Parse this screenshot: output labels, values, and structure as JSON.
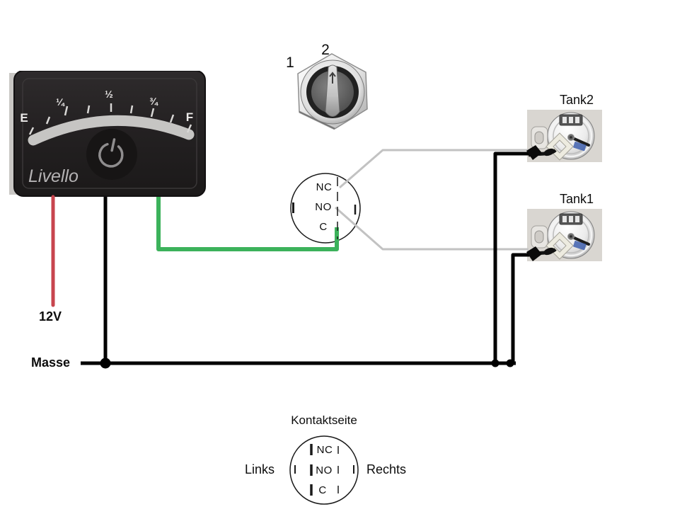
{
  "gauge": {
    "brand": "Livello",
    "scale": [
      "E",
      "¼",
      "½",
      "¾",
      "F"
    ]
  },
  "selector_switch": {
    "positions": [
      "1",
      "2"
    ]
  },
  "switch_pinout": {
    "pins": [
      "NC",
      "NO",
      "C"
    ]
  },
  "tanks": {
    "tank2": "Tank2",
    "tank1": "Tank1"
  },
  "power_label": "12V",
  "ground_label": "Masse",
  "legend": {
    "title": "Kontaktseite",
    "left_label": "Links",
    "right_label": "Rechts",
    "pins": [
      "NC",
      "NO",
      "C"
    ]
  },
  "colors": {
    "wire_power": "#c7454e",
    "wire_ground": "#000000",
    "wire_signal_green": "#3cb25b",
    "wire_sender_gray": "#c2c2c2"
  },
  "icons": {
    "power": "power-icon"
  }
}
